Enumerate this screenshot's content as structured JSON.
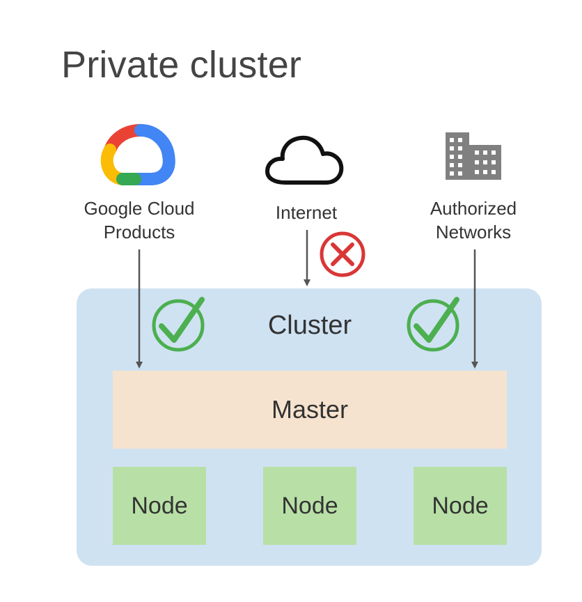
{
  "title": "Private cluster",
  "sources": {
    "gcp": {
      "line1": "Google Cloud",
      "line2": "Products",
      "icon": "google-cloud-logo-icon"
    },
    "internet": {
      "line1": "Internet",
      "icon": "cloud-outline-icon"
    },
    "authorized": {
      "line1": "Authorized",
      "line2": "Networks",
      "icon": "building-icon"
    }
  },
  "cluster": {
    "label": "Cluster"
  },
  "master": {
    "label": "Master"
  },
  "nodes": [
    "Node",
    "Node",
    "Node"
  ],
  "status": {
    "gcp": "check-icon",
    "internet": "blocked-x-icon",
    "authorized": "check-icon"
  },
  "colors": {
    "cluster_bg": "#cfe2f2",
    "master_bg": "#f6e3cf",
    "node_bg": "#b8e0a6",
    "check": "#4caf50",
    "blocked": "#d93636",
    "arrow": "#555555",
    "building": "#808080",
    "google_blue": "#4285f4",
    "google_red": "#ea4335",
    "google_yellow": "#fbbc05",
    "google_green": "#34a853"
  }
}
